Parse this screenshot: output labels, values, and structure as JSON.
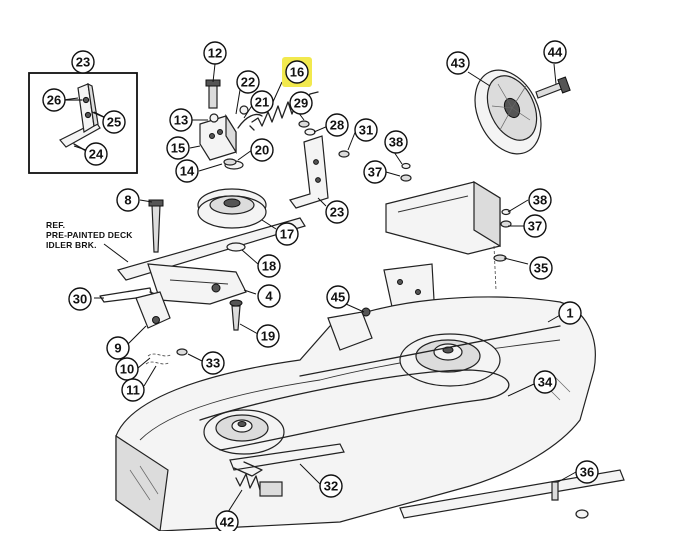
{
  "figure": {
    "reference_note": [
      "REF.",
      "PRE-PAINTED DECK",
      "IDLER BRK."
    ],
    "highlight_color": "#f2e94e",
    "inset_callouts": [
      {
        "label": "23",
        "highlighted": false
      },
      {
        "label": "26",
        "highlighted": false
      },
      {
        "label": "25",
        "highlighted": false
      },
      {
        "label": "24",
        "highlighted": false
      }
    ],
    "callouts": [
      {
        "label": "12",
        "highlighted": false
      },
      {
        "label": "16",
        "highlighted": true
      },
      {
        "label": "22",
        "highlighted": false
      },
      {
        "label": "21",
        "highlighted": false
      },
      {
        "label": "13",
        "highlighted": false
      },
      {
        "label": "29",
        "highlighted": false
      },
      {
        "label": "28",
        "highlighted": false
      },
      {
        "label": "31",
        "highlighted": false
      },
      {
        "label": "15",
        "highlighted": false
      },
      {
        "label": "20",
        "highlighted": false
      },
      {
        "label": "14",
        "highlighted": false
      },
      {
        "label": "38",
        "highlighted": false
      },
      {
        "label": "37",
        "highlighted": false
      },
      {
        "label": "43",
        "highlighted": false
      },
      {
        "label": "44",
        "highlighted": false
      },
      {
        "label": "8",
        "highlighted": false
      },
      {
        "label": "23",
        "highlighted": false
      },
      {
        "label": "38",
        "highlighted": false
      },
      {
        "label": "37",
        "highlighted": false
      },
      {
        "label": "17",
        "highlighted": false
      },
      {
        "label": "18",
        "highlighted": false
      },
      {
        "label": "35",
        "highlighted": false
      },
      {
        "label": "30",
        "highlighted": false
      },
      {
        "label": "4",
        "highlighted": false
      },
      {
        "label": "45",
        "highlighted": false
      },
      {
        "label": "1",
        "highlighted": false
      },
      {
        "label": "19",
        "highlighted": false
      },
      {
        "label": "9",
        "highlighted": false
      },
      {
        "label": "33",
        "highlighted": false
      },
      {
        "label": "10",
        "highlighted": false
      },
      {
        "label": "11",
        "highlighted": false
      },
      {
        "label": "34",
        "highlighted": false
      },
      {
        "label": "32",
        "highlighted": false
      },
      {
        "label": "36",
        "highlighted": false
      },
      {
        "label": "42",
        "highlighted": false
      }
    ]
  }
}
